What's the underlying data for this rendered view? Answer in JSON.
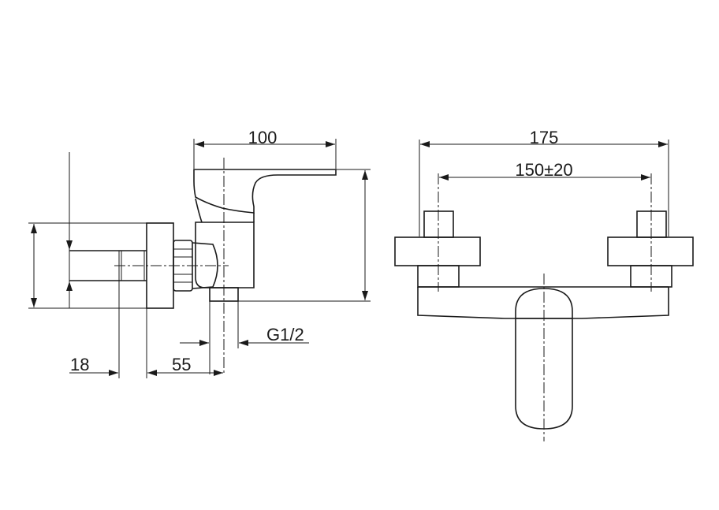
{
  "diagram": {
    "side_view": {
      "dim_width": "100",
      "dim_thread": "G1/2",
      "dim_wall_offset": "18",
      "dim_depth": "55"
    },
    "front_view": {
      "dim_overall_width": "175",
      "dim_centers": "150±20"
    }
  }
}
